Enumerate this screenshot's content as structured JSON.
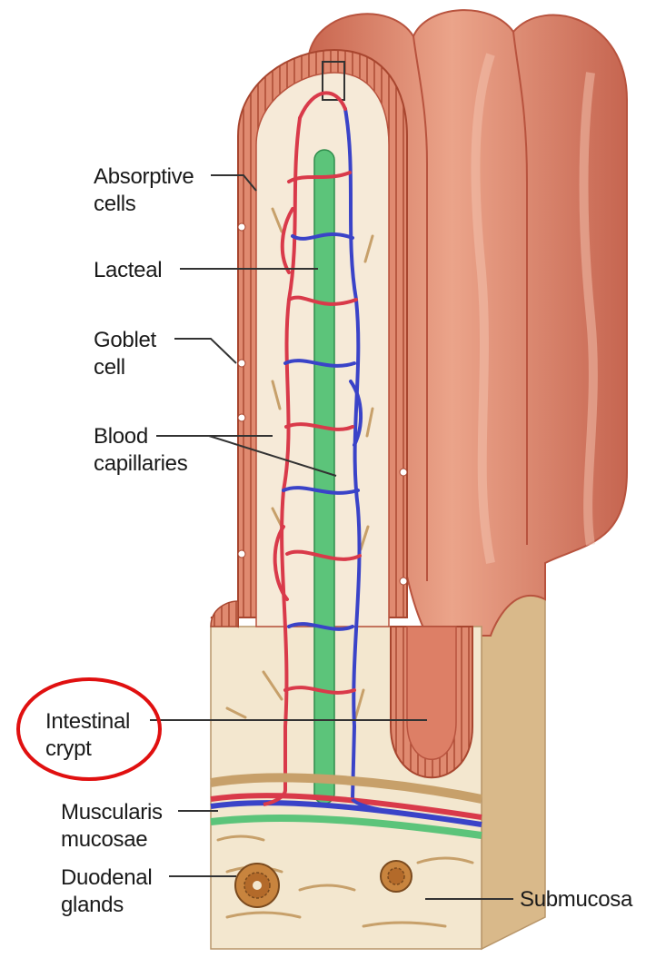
{
  "labels": {
    "absorptive_line1": "Absorptive",
    "absorptive_line2": "cells",
    "lacteal": "Lacteal",
    "goblet_line1": "Goblet",
    "goblet_line2": "cell",
    "blood_line1": "Blood",
    "blood_line2": "capillaries",
    "intestinal_line1": "Intestinal",
    "intestinal_line2": "crypt",
    "muscularis_line1": "Muscularis",
    "muscularis_line2": "mucosae",
    "duodenal_line1": "Duodenal",
    "duodenal_line2": "glands",
    "submucosa": "Submucosa"
  },
  "colors": {
    "epithelium": "#dd7f66",
    "epithelium_dark": "#b8533e",
    "villus_fill": "#f6ead8",
    "lamina": "#f3e7cf",
    "lacteal": "#5cc47a",
    "artery": "#d93a4a",
    "vein": "#3a43c8",
    "highlight_circle": "#e01010",
    "block_side": "#d9b98a"
  }
}
